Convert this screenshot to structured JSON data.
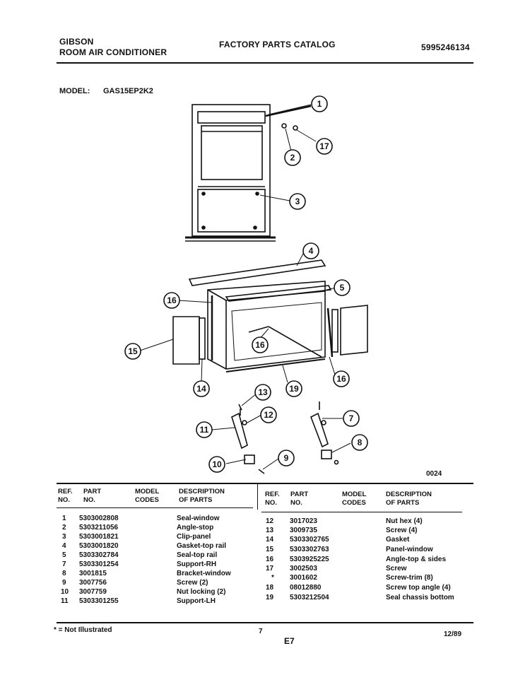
{
  "header": {
    "brand": "GIBSON",
    "product": "ROOM AIR CONDITIONER",
    "catalog_title": "FACTORY PARTS CATALOG",
    "catalog_number": "5995246134"
  },
  "model": {
    "label": "MODEL:",
    "value": "GAS15EP2K2"
  },
  "diagram": {
    "callouts": [
      "1",
      "2",
      "17",
      "3",
      "4",
      "5",
      "16",
      "15",
      "16",
      "16",
      "14",
      "19",
      "13",
      "12",
      "11",
      "7",
      "8",
      "10",
      "9"
    ],
    "code": "0024"
  },
  "table": {
    "headers": {
      "ref": [
        "REF.",
        "NO."
      ],
      "part": [
        "PART",
        "NO."
      ],
      "model": [
        "MODEL",
        "CODES"
      ],
      "desc": [
        "DESCRIPTION",
        "OF PARTS"
      ]
    },
    "left_rows": [
      {
        "ref": "1",
        "part": "5303002808",
        "desc": "Seal-window"
      },
      {
        "ref": "2",
        "part": "5303211056",
        "desc": "Angle-stop"
      },
      {
        "ref": "3",
        "part": "5303001821",
        "desc": "Clip-panel"
      },
      {
        "ref": "4",
        "part": "5303001820",
        "desc": "Gasket-top rail"
      },
      {
        "ref": "5",
        "part": "5303302784",
        "desc": "Seal-top rail"
      },
      {
        "ref": "7",
        "part": "5303301254",
        "desc": "Support-RH"
      },
      {
        "ref": "8",
        "part": "3001815",
        "desc": "Bracket-window"
      },
      {
        "ref": "9",
        "part": "3007756",
        "desc": "Screw (2)"
      },
      {
        "ref": "10",
        "part": "3007759",
        "desc": "Nut locking (2)"
      },
      {
        "ref": "11",
        "part": "5303301255",
        "desc": "Support-LH"
      }
    ],
    "right_rows": [
      {
        "ref": "12",
        "part": "3017023",
        "desc": "Nut hex (4)"
      },
      {
        "ref": "13",
        "part": "3009735",
        "desc": "Screw (4)"
      },
      {
        "ref": "14",
        "part": "5303302765",
        "desc": "Gasket"
      },
      {
        "ref": "15",
        "part": "5303302763",
        "desc": "Panel-window"
      },
      {
        "ref": "16",
        "part": "5303925225",
        "desc": "Angle-top & sides"
      },
      {
        "ref": "17",
        "part": "3002503",
        "desc": "Screw"
      },
      {
        "ref": "*",
        "part": "3001602",
        "desc": "Screw-trim (8)"
      },
      {
        "ref": "18",
        "part": "08012880",
        "desc": "Screw top angle (4)"
      },
      {
        "ref": "19",
        "part": "5303212504",
        "desc": "Seal chassis bottom"
      }
    ]
  },
  "footer": {
    "note": "* = Not Illustrated",
    "page": "7",
    "section": "E7",
    "date": "12/89"
  }
}
